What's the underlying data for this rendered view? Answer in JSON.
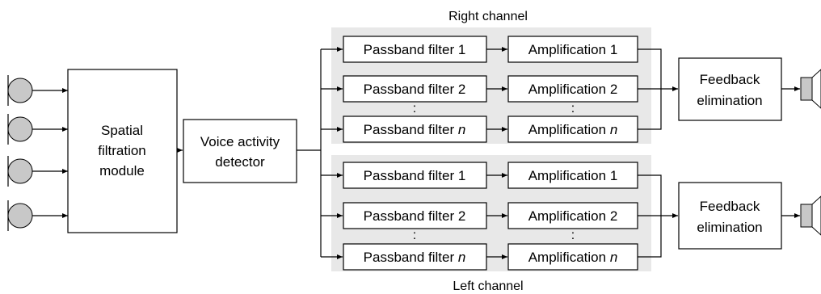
{
  "right_channel": {
    "caption": "Right channel",
    "rows": [
      {
        "filter": "Passband filter 1",
        "amp": "Amplification 1"
      },
      {
        "filter": "Passband filter 2",
        "amp": "Amplification 2"
      },
      {
        "filter": "Passband filter ",
        "filter_n": "n",
        "amp": "Amplification ",
        "amp_n": "n"
      }
    ],
    "feedback": [
      "Feedback",
      "elimination"
    ]
  },
  "left_channel": {
    "caption": "Left channel",
    "rows": [
      {
        "filter": "Passband filter 1",
        "amp": "Amplification 1"
      },
      {
        "filter": "Passband filter 2",
        "amp": "Amplification 2"
      },
      {
        "filter": "Passband filter ",
        "filter_n": "n",
        "amp": "Amplification ",
        "amp_n": "n"
      }
    ],
    "feedback": [
      "Feedback",
      "elimination"
    ]
  },
  "spatial": [
    "Spatial",
    "filtration",
    "module"
  ],
  "vad": [
    "Voice activity",
    "detector"
  ],
  "ellipsis": ":"
}
